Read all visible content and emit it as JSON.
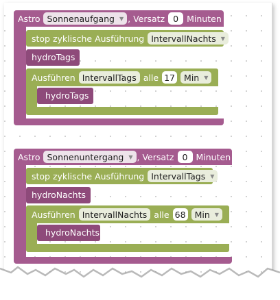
{
  "blocks": [
    {
      "astro_label": "Astro",
      "astro_event": "Sonnenaufgang",
      "offset_label": ", Versatz",
      "offset_value": "0",
      "offset_unit": "Minuten",
      "stop_label": "stop zyklische Ausführung",
      "stop_target": "IntervallNachts",
      "call_name": "hydroTags",
      "execute_label": "Ausführen",
      "execute_name": "IntervallTags",
      "every_label": "alle",
      "every_value": "17",
      "every_unit": "Min",
      "inner_call": "hydroTags"
    },
    {
      "astro_label": "Astro",
      "astro_event": "Sonnenuntergang",
      "offset_label": ", Versatz",
      "offset_value": "0",
      "offset_unit": "Minuten",
      "stop_label": "stop zyklische Ausführung",
      "stop_target": "IntervallTags",
      "call_name": "hydroNachts",
      "execute_label": "Ausführen",
      "execute_name": "IntervallNachts",
      "every_label": "alle",
      "every_value": "68",
      "every_unit": "Min",
      "inner_call": "hydroNachts"
    }
  ],
  "colors": {
    "trigger": "#a55b8f",
    "schedule": "#9aae55",
    "canvas": "#ffffff"
  },
  "icons": {
    "dropdown": "chevron-down-icon"
  }
}
